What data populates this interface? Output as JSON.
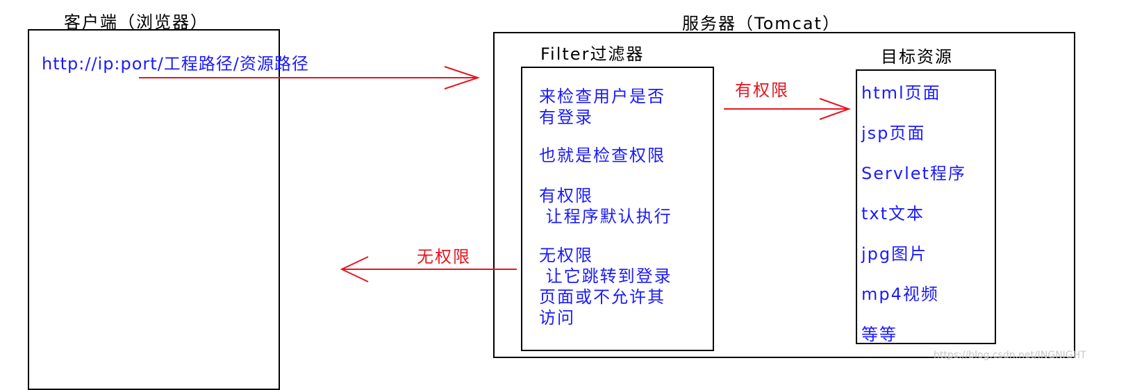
{
  "client": {
    "title": "客户端（浏览器）",
    "url": "http://ip:port/工程路径/资源路径"
  },
  "server": {
    "title": "服务器（Tomcat）",
    "filter_title": "Filter过滤器",
    "filter_lines": [
      "来检查用户是否",
      "有登录",
      "也就是检查权限",
      "有权限",
      " 让程序默认执行",
      "无权限",
      " 让它跳转到登录",
      "页面或不允许其",
      "访问"
    ],
    "target_title": "目标资源",
    "targets": [
      "html页面",
      "jsp页面",
      "Servlet程序",
      "txt文本",
      "jpg图片",
      "mp4视频",
      "等等"
    ]
  },
  "arrows": {
    "allowed_label": "有权限",
    "denied_label": "无权限"
  },
  "colors": {
    "text": "#000000",
    "blue": "#1a1aff",
    "red": "#e8141e"
  },
  "watermark": "https://blog.csdn.net/INGNIGHT"
}
